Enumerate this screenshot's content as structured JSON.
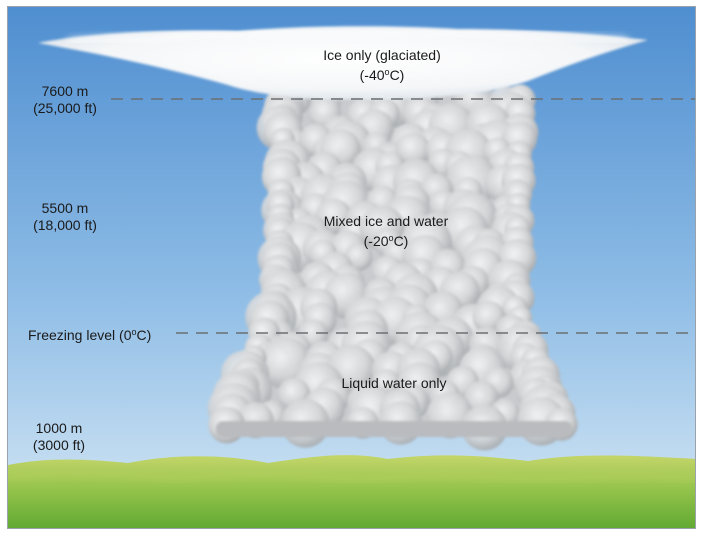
{
  "altitude_labels": {
    "top": {
      "line1": "7600 m",
      "line2": "(25,000 ft)"
    },
    "middle": {
      "line1": "5500 m",
      "line2": "(18,000 ft)"
    },
    "freezing": {
      "pre": "Freezing level (0",
      "sup": "o",
      "post": "C)"
    },
    "bottom": {
      "line1": "1000 m",
      "line2": "(3000 ft)"
    }
  },
  "zone_labels": {
    "ice": {
      "line1": "Ice only (glaciated)",
      "pre": "(-40",
      "sup": "o",
      "post": "C)"
    },
    "mixed": {
      "line1": "Mixed ice and water",
      "pre": "(-20",
      "sup": "o",
      "post": "C)"
    },
    "liquid": {
      "line1": "Liquid water only"
    }
  },
  "colors": {
    "sky_top": "#4f8ed0",
    "sky_bottom": "#d3e6f4",
    "cloud": "#d9dadc",
    "cloud_shadow": "#9ea0a3",
    "ground_top": "#c9d86a",
    "ground_bottom": "#6fb23c",
    "dash_line": "#6b6f73"
  }
}
